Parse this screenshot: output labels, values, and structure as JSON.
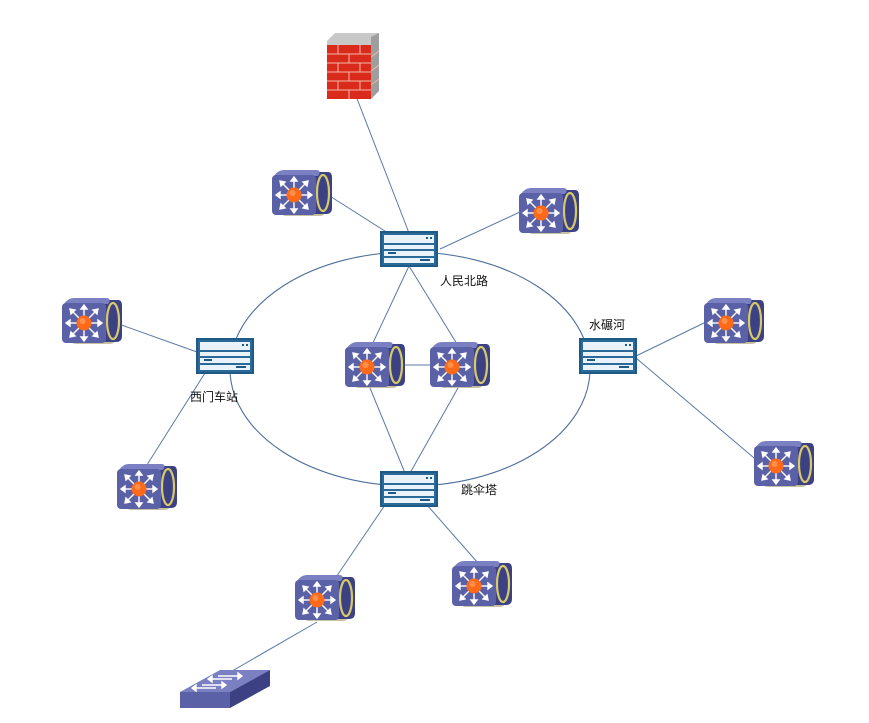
{
  "colors": {
    "line": "#5a7aa6",
    "router_body": "#1f5a86",
    "switch_body": "#5a5f9e",
    "switch_core": "#ff6a1a",
    "firewall_brick": "#d92a1c",
    "access_switch": "#6065a8"
  },
  "labels": {
    "renmin": "人民北路",
    "ximen": "西门车站",
    "shuinian": "水碾河",
    "tiaosan": "跳伞塔"
  },
  "icons": {
    "firewall": "firewall-icon",
    "router": "router-icon",
    "core_switch": "layer3-switch-icon",
    "access_switch": "access-switch-icon"
  }
}
